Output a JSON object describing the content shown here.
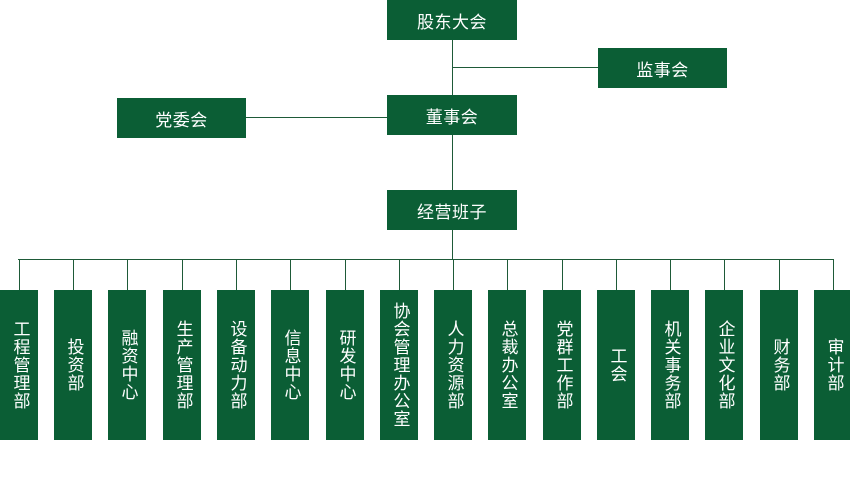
{
  "nodes": {
    "shareholders": "股东大会",
    "supervisory": "监事会",
    "party_committee": "党委会",
    "board": "董事会",
    "management": "经营班子"
  },
  "departments": [
    "工程管理部",
    "投资部",
    "融资中心",
    "生产管理部",
    "设备动力部",
    "信息中心",
    "研发中心",
    "协会管理办公室",
    "人力资源部",
    "总裁办公室",
    "党群工作部",
    "工会",
    "机关事务部",
    "企业文化部",
    "财务部",
    "审计部"
  ],
  "colors": {
    "box_fill": "#0b5e35",
    "connector": "#1e5a38",
    "text": "#ffffff"
  }
}
